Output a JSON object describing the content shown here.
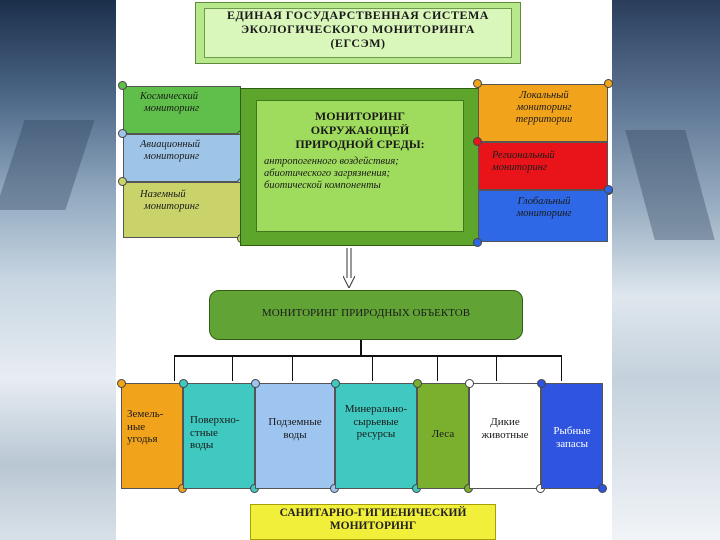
{
  "title": {
    "line1": "ЕДИНАЯ ГОСУДАРСТВЕННАЯ СИСТЕМА",
    "line2": "ЭКОЛОГИЧЕСКОГО МОНИТОРИНГА",
    "line3": "(ЕГСЭМ)"
  },
  "left_scrolls": [
    {
      "line1": "Космический",
      "line2": "мониторинг",
      "color": "#5fbf4a"
    },
    {
      "line1": "Авиационный",
      "line2": "мониторинг",
      "color": "#9ec4e8"
    },
    {
      "line1": "Наземный",
      "line2": "мониторинг",
      "color": "#c9d36a"
    }
  ],
  "center": {
    "head1": "МОНИТОРИНГ",
    "head2": "ОКРУЖАЮЩЕЙ",
    "head3": "ПРИРОДНОЙ СРЕДЫ:",
    "item1": "антропогенного воздействия;",
    "item2": "абиотического загрязнения;",
    "item3": "биотической компоненты"
  },
  "right_scrolls": [
    {
      "line1": "Локальный",
      "line2": "мониторинг",
      "line3": "территории",
      "color": "#f2a31c"
    },
    {
      "line1": "Региональный",
      "line2": "мониторинг",
      "color": "#e8141a"
    },
    {
      "line1": "Глобальный",
      "line2": "мониторинг",
      "color": "#2f68e6"
    }
  ],
  "objects_bar": "МОНИТОРИНГ ПРИРОДНЫХ ОБЪЕКТОВ",
  "objects": [
    {
      "line1": "Земель-",
      "line2": "ные",
      "line3": "угодья",
      "color": "#f2a31c"
    },
    {
      "line1": "Поверхно-",
      "line2": "стные",
      "line3": "воды",
      "color": "#3fc9c0"
    },
    {
      "line1": "Подземные",
      "line2": "воды",
      "color": "#9ec4f0"
    },
    {
      "line1": "Минерально-",
      "line2": "сырьевые",
      "line3": "ресурсы",
      "color": "#3fc9c0"
    },
    {
      "line1": "Леса",
      "color": "#7ab02d"
    },
    {
      "line1": "Дикие",
      "line2": "животные",
      "color": "#ffffff"
    },
    {
      "line1": "Рыбные",
      "line2": "запасы",
      "color": "#2f55e0"
    }
  ],
  "sanitary": {
    "line1": "САНИТАРНО-ГИГИЕНИЧЕСКИЙ",
    "line2": "МОНИТОРИНГ"
  }
}
